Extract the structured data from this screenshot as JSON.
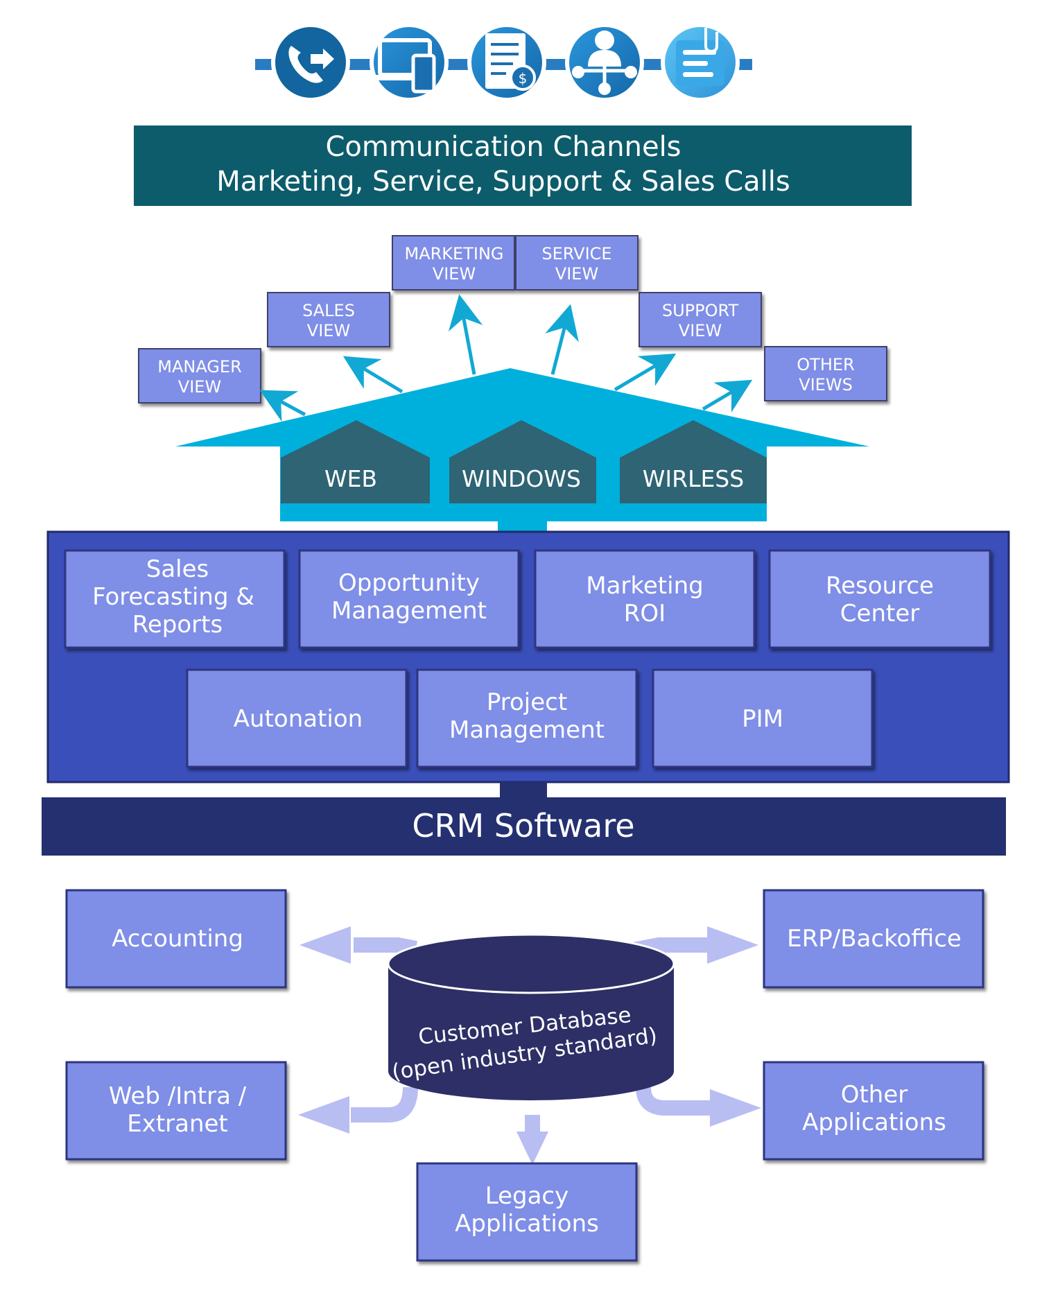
{
  "channels_banner": {
    "line1": "Communication Channels",
    "line2": "Marketing, Service, Support & Sales Calls"
  },
  "channel_icons": [
    {
      "icon": "phone-transfer-icon"
    },
    {
      "icon": "devices-icon"
    },
    {
      "icon": "invoice-icon"
    },
    {
      "icon": "user-network-icon"
    },
    {
      "icon": "note-clip-icon"
    }
  ],
  "views": [
    {
      "id": "manager",
      "line1": "MANAGER",
      "line2": "VIEW"
    },
    {
      "id": "sales",
      "line1": "SALES",
      "line2": "VIEW"
    },
    {
      "id": "marketing",
      "line1": "MARKETING",
      "line2": "VIEW"
    },
    {
      "id": "service",
      "line1": "SERVICE",
      "line2": "VIEW"
    },
    {
      "id": "support",
      "line1": "SUPPORT",
      "line2": "VIEW"
    },
    {
      "id": "other",
      "line1": "OTHER",
      "line2": "VIEWS"
    }
  ],
  "platforms": [
    "WEB",
    "WINDOWS",
    "WIRLESS"
  ],
  "modules": [
    {
      "id": "sales-forecasting",
      "lines": [
        "Sales",
        "Forecasting &",
        "Reports"
      ]
    },
    {
      "id": "opportunity",
      "lines": [
        "Opportunity",
        "Management"
      ]
    },
    {
      "id": "marketing-roi",
      "lines": [
        "Marketing",
        "ROI"
      ]
    },
    {
      "id": "resource-center",
      "lines": [
        "Resource",
        "Center"
      ]
    },
    {
      "id": "autonation",
      "lines": [
        "Autonation"
      ]
    },
    {
      "id": "project",
      "lines": [
        "Project",
        "Management"
      ]
    },
    {
      "id": "pim",
      "lines": [
        "PIM"
      ]
    }
  ],
  "crm_title": "CRM Software",
  "database": {
    "line1": "Customer Database",
    "line2": "(open industry standard)"
  },
  "integrations": [
    {
      "id": "accounting",
      "lines": [
        "Accounting"
      ]
    },
    {
      "id": "erp",
      "lines": [
        "ERP/Backoffice"
      ]
    },
    {
      "id": "web-intranet",
      "lines": [
        "Web /Intra /",
        "Extranet"
      ]
    },
    {
      "id": "other-apps",
      "lines": [
        "Other",
        "Applications"
      ]
    },
    {
      "id": "legacy",
      "lines": [
        "Legacy",
        "Applications"
      ]
    }
  ],
  "colors": {
    "banner": "#0d5c6b",
    "house": "#00b0dc",
    "platform": "#2e6474",
    "view_box": "#7f8ee6",
    "module_panel": "#3a4fba",
    "module_box": "#7f8ee6",
    "crm_bar": "#253070",
    "database": "#2d2f66",
    "connector_arrow": "#b8bdf2",
    "icon_blue": "#1a7fc4"
  }
}
